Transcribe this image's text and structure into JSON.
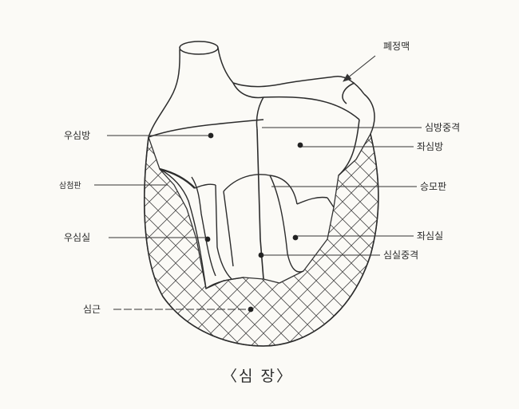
{
  "labels": {
    "pulmonary_vein": "폐정맥",
    "right_atrium": "우심방",
    "atrial_septum": "심방중격",
    "left_atrium": "좌심방",
    "tricuspid_valve": "삼첨판",
    "mitral_valve": "승모판",
    "right_ventricle": "우심실",
    "left_ventricle": "좌심실",
    "ventricular_septum": "심실중격",
    "myocardium": "심근"
  },
  "caption": "〈심  장〉"
}
